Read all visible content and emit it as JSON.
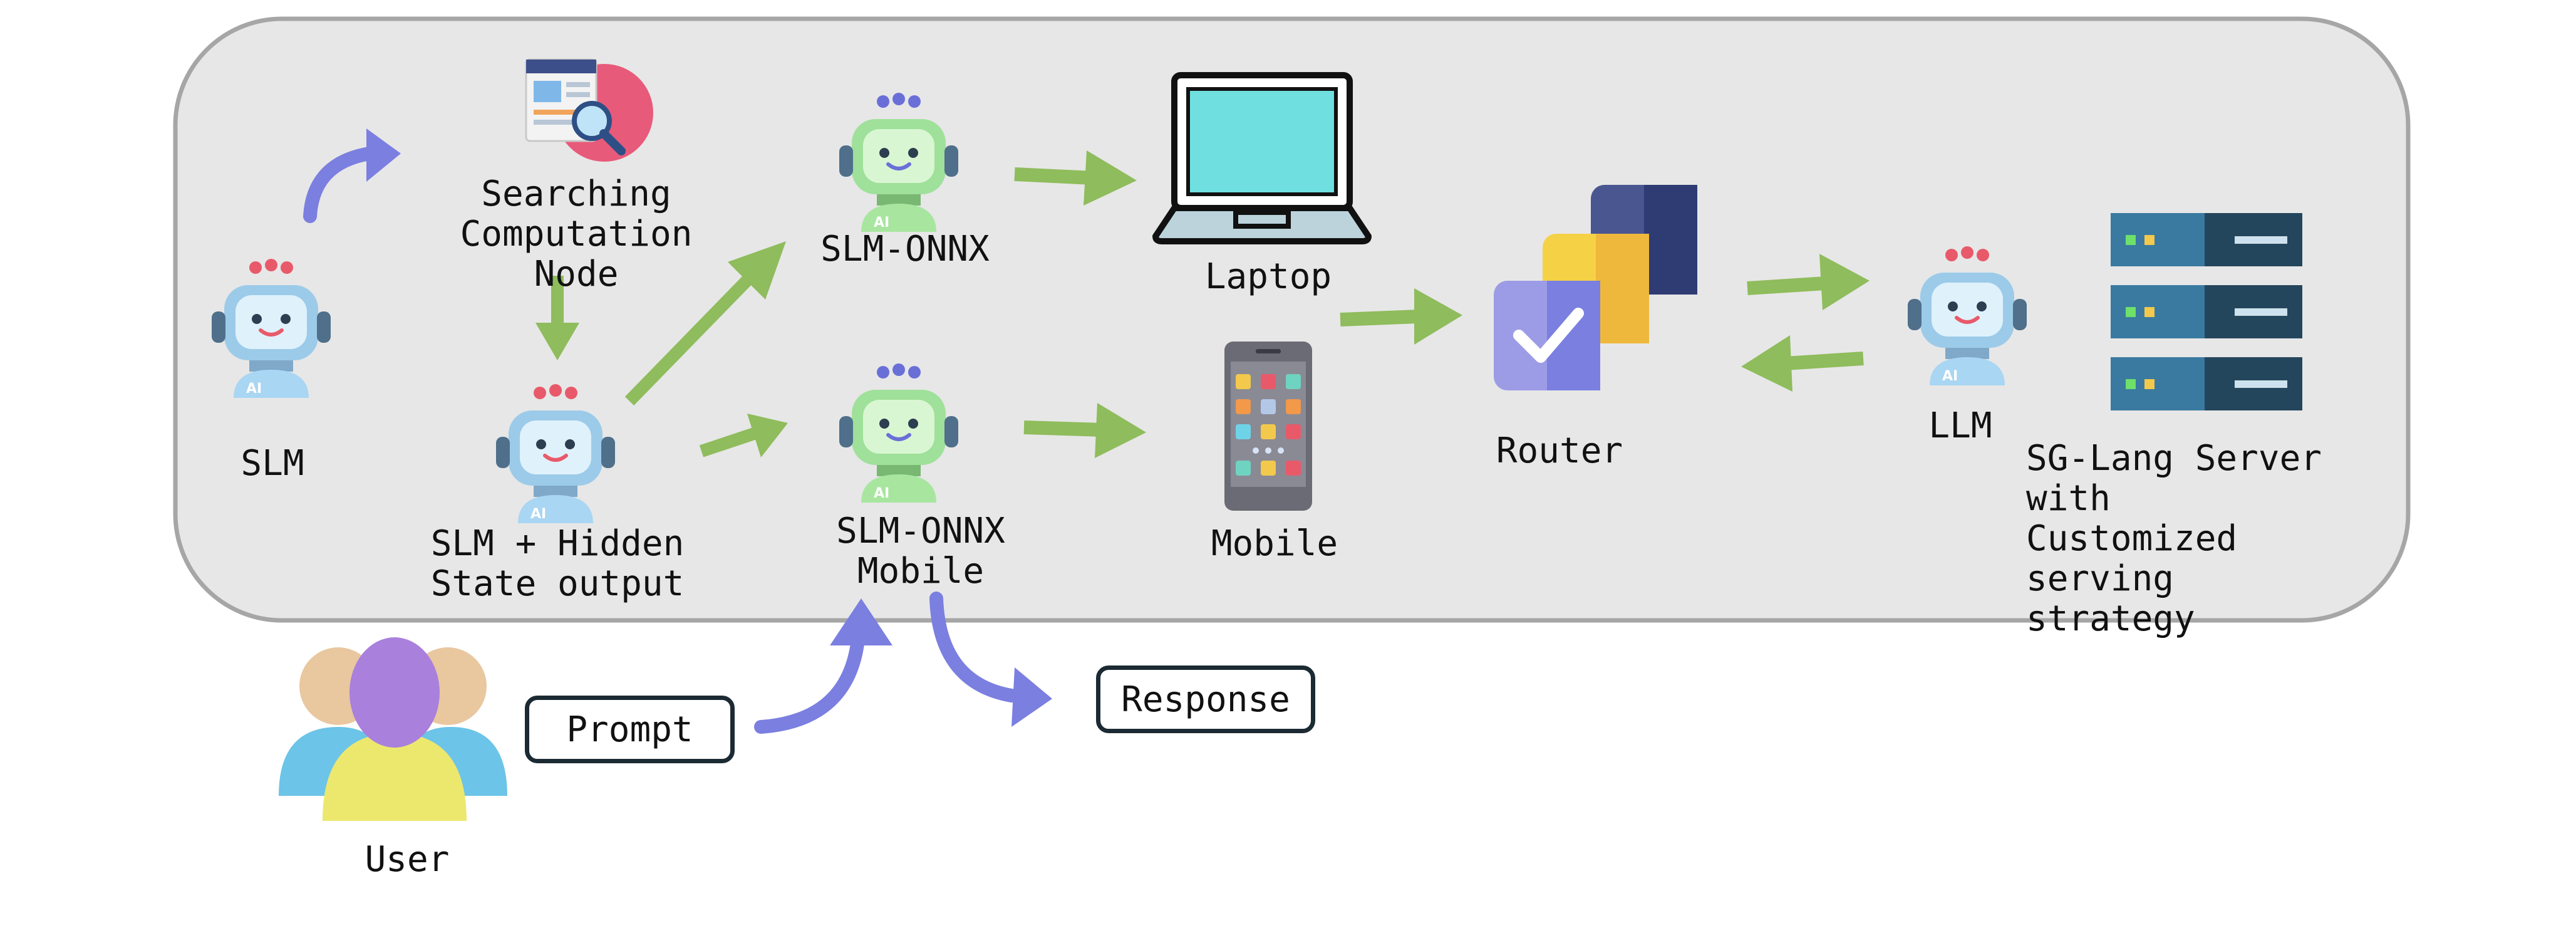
{
  "colors": {
    "panel_fill": "#e7e7e7",
    "panel_stroke": "#a6a6a6",
    "green_arrow": "#8fbc5c",
    "purple_arrow": "#7b7fe0",
    "blue_robot": "#a9d6f2",
    "green_robot": "#a8e6a0"
  },
  "nodes": {
    "slm": "SLM",
    "search_node": "Searching\nComputation Node",
    "slm_hidden": "SLM + Hidden\nState output",
    "slm_onnx": "SLM-ONNX",
    "slm_onnx_mobile": "SLM-ONNX Mobile",
    "laptop": "Laptop",
    "mobile": "Mobile",
    "router": "Router",
    "llm": "LLM",
    "server": "SG-Lang Server with\nCustomized serving\nstrategy",
    "user": "User"
  },
  "boxes": {
    "prompt": "Prompt",
    "response": "Response"
  },
  "icons": [
    "robot-icon",
    "search-document-icon",
    "laptop-icon",
    "smartphone-icon",
    "router-stack-icon",
    "server-rack-icon",
    "user-group-icon"
  ]
}
